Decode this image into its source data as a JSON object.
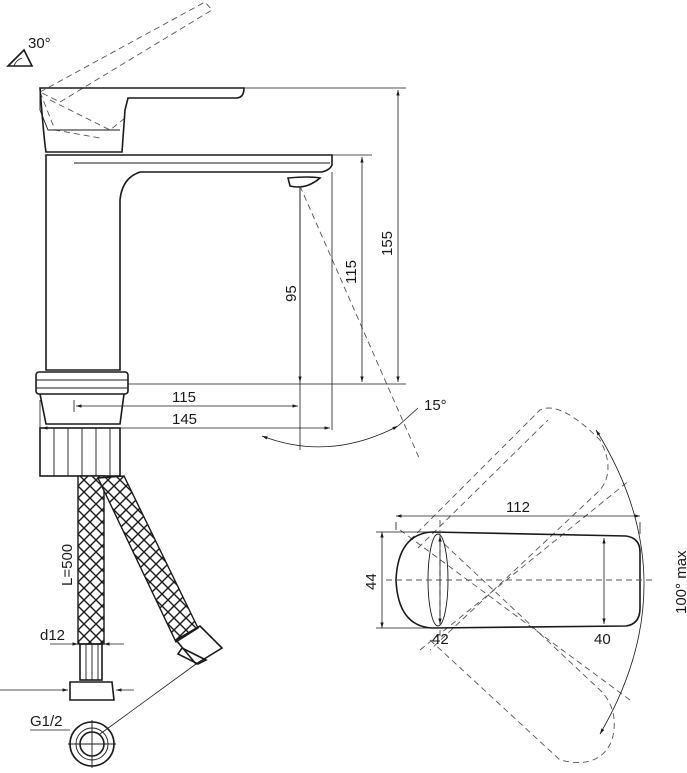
{
  "dimensions": {
    "tilt_angle": "30°",
    "height_total": "155",
    "height_spout": "115",
    "height_outlet": "95",
    "reach_outlet": "115",
    "reach_total": "145",
    "swivel_angle": "15°",
    "hose_length": "L=500",
    "hose_diameter": "d12",
    "thread": "G1/2",
    "top_length": "112",
    "top_width": "44",
    "top_dia_left": "42",
    "top_dia_right": "40",
    "rotation": "100° max"
  },
  "colors": {
    "line": "#1a1a1a",
    "hidden": "#555555",
    "background": "#ffffff"
  }
}
